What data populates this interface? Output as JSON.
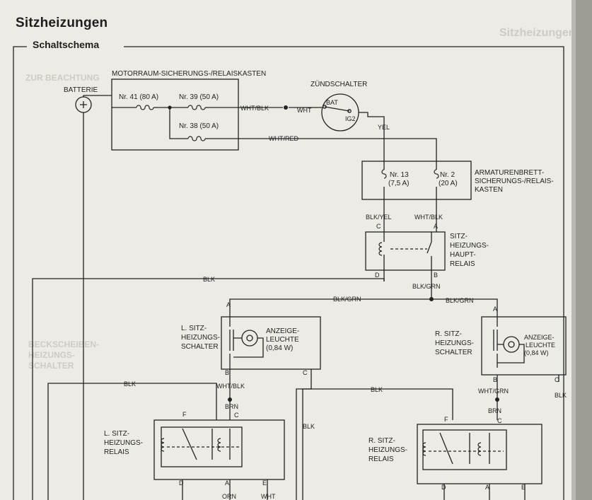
{
  "page": {
    "title": "Sitzheizungen",
    "section": "Schaltschema",
    "ghost_left": [
      "ZUR BEACHTUNG",
      "BECKSCHEIBEN-",
      "HEIZUNGS-",
      "SCHALTER"
    ],
    "ghost_right": "Sitzheizungen"
  },
  "labels": {
    "battery": "BATTERIE",
    "engine_box": "MOTORRAUM-SICHERUNGS-/RELAISKASTEN",
    "ignition": "ZÜNDSCHALTER",
    "bat": "BAT",
    "ig2": "IG2",
    "fuse41": "Nr. 41 (80 A)",
    "fuse39": "Nr. 39 (50 A)",
    "fuse38": "Nr. 38 (50 A)",
    "dash_box": [
      "ARMATURENBRETT-",
      "SICHERUNGS-/RELAIS-",
      "KASTEN"
    ],
    "fuse13": [
      "Nr. 13",
      "(7,5 A)"
    ],
    "fuse2": [
      "Nr. 2",
      "(20 A)"
    ],
    "main_relay": [
      "SITZ-",
      "HEIZUNGS-",
      "HAUPT-",
      "RELAIS"
    ],
    "l_switch": [
      "L. SITZ-",
      "HEIZUNGS-",
      "SCHALTER"
    ],
    "r_switch": [
      "R. SITZ-",
      "HEIZUNGS-",
      "SCHALTER"
    ],
    "indicator": [
      "ANZEIGE-",
      "LEUCHTE",
      "(0,84 W)"
    ],
    "l_relay": [
      "L. SITZ-",
      "HEIZUNGS-",
      "RELAIS"
    ],
    "r_relay": [
      "R. SITZ-",
      "HEIZUNGS-",
      "RELAIS"
    ]
  },
  "wires": {
    "wht_blk": "WHT/BLK",
    "wht": "WHT",
    "wht_red": "WHT/RED",
    "yel": "YEL",
    "blk_yel": "BLK/YEL",
    "blk": "BLK",
    "blk_grn": "BLK/GRN",
    "wht_grn": "WHT/GRN",
    "brn": "BRN",
    "orn": "ORN"
  },
  "pins": {
    "a": "A",
    "b": "B",
    "c": "C",
    "d": "D",
    "e": "E",
    "f": "F"
  }
}
